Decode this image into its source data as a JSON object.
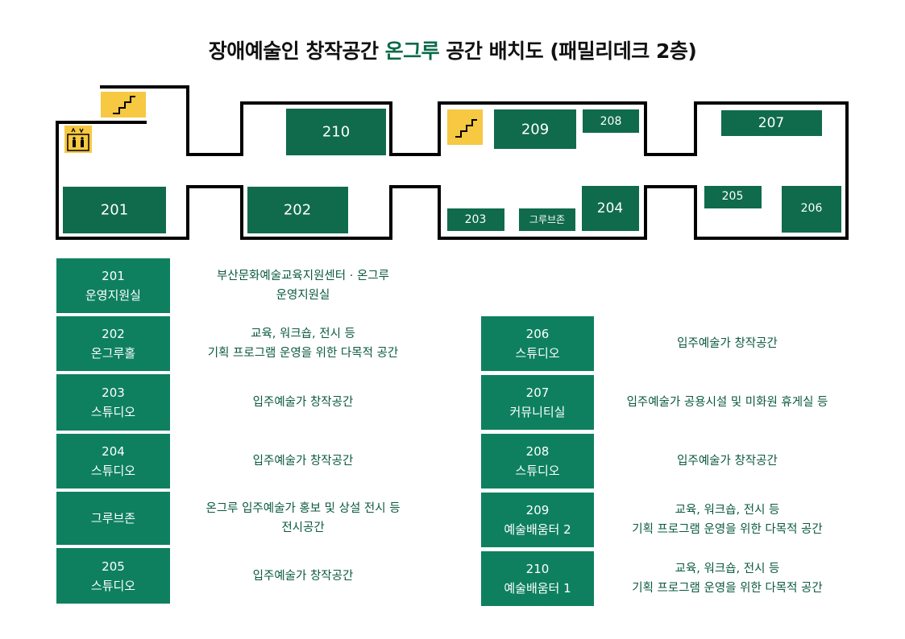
{
  "title": {
    "prefix": "장애예술인 창작공간",
    "accent": "온그루",
    "suffix": "공간 배치도 (패밀리데크 2층)"
  },
  "colors": {
    "room": "#0f6b4c",
    "legend_box": "#0e8060",
    "accent_text": "#0b6b48",
    "desc_text": "#0b5a3c",
    "icon_bg": "#f7c842",
    "wall": "#000000"
  },
  "map": {
    "rooms": {
      "r201": "201",
      "r202": "202",
      "r203": "203",
      "r204": "204",
      "r205": "205",
      "r206": "206",
      "r207": "207",
      "r208": "208",
      "r209": "209",
      "r210": "210",
      "grubzone": "그루브존"
    },
    "icons": [
      "stairs-icon",
      "elevator-icon"
    ]
  },
  "legend": {
    "left": [
      {
        "code": "201",
        "name": "운영지원실",
        "desc1": "부산문화예술교육지원센터 · 온그루",
        "desc2": "운영지원실"
      },
      {
        "code": "202",
        "name": "온그루홀",
        "desc1": "교육, 워크숍, 전시 등",
        "desc2": "기획 프로그램 운영을 위한 다목적 공간"
      },
      {
        "code": "203",
        "name": "스튜디오",
        "desc1": "입주예술가 창작공간",
        "desc2": ""
      },
      {
        "code": "204",
        "name": "스튜디오",
        "desc1": "입주예술가 창작공간",
        "desc2": ""
      },
      {
        "code": "",
        "name": "그루브존",
        "desc1": "온그루 입주예술가 홍보 및 상설 전시 등",
        "desc2": "전시공간"
      },
      {
        "code": "205",
        "name": "스튜디오",
        "desc1": "입주예술가 창작공간",
        "desc2": ""
      }
    ],
    "right": [
      {
        "code": "206",
        "name": "스튜디오",
        "desc1": "입주예술가 창작공간",
        "desc2": ""
      },
      {
        "code": "207",
        "name": "커뮤니티실",
        "desc1": "입주예술가 공용시설 및 미화원 휴게실 등",
        "desc2": ""
      },
      {
        "code": "208",
        "name": "스튜디오",
        "desc1": "입주예술가 창작공간",
        "desc2": ""
      },
      {
        "code": "209",
        "name": "예술배움터 2",
        "desc1": "교육, 워크숍, 전시 등",
        "desc2": "기획 프로그램 운영을 위한 다목적 공간"
      },
      {
        "code": "210",
        "name": "예술배움터 1",
        "desc1": "교육, 워크숍, 전시 등",
        "desc2": "기획 프로그램 운영을 위한 다목적 공간"
      }
    ]
  }
}
